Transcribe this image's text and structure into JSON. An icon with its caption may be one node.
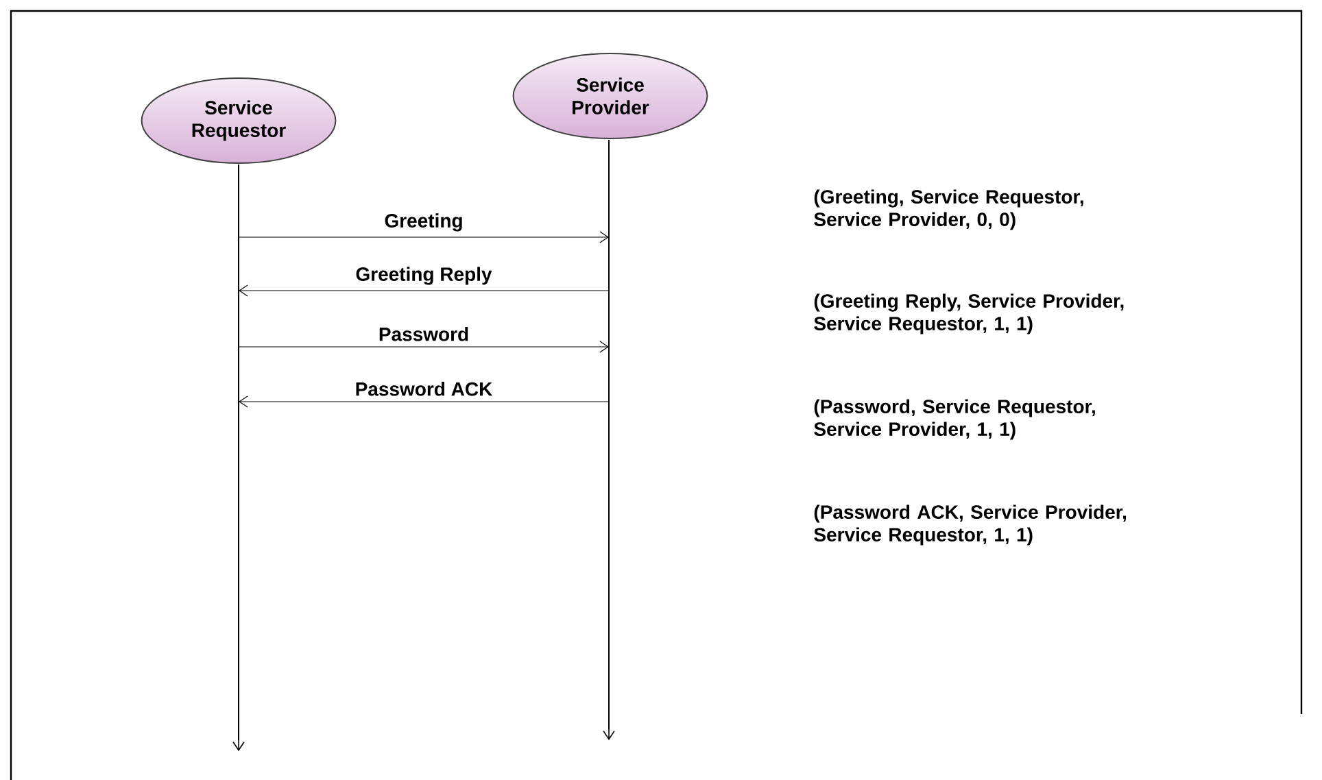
{
  "diagram": {
    "nodes": [
      {
        "text": [
          "Service Requestor"
        ]
      },
      {
        "text": [
          "Service Provider"
        ]
      },
      {
        "text": [],
        "shape": "bar"
      },
      {
        "text": [],
        "shape": "bar"
      }
    ],
    "edges": [
      {
        "from": 2,
        "to": 3,
        "arrow": "to",
        "label": "Greeting"
      },
      {
        "from": 3,
        "to": 2,
        "arrow": "to",
        "label": "Greeting Reply"
      },
      {
        "from": 2,
        "to": 3,
        "arrow": "to",
        "label": "Password"
      },
      {
        "from": 3,
        "to": 2,
        "arrow": "to",
        "label": "Password ACK"
      }
    ],
    "labels": [
      "(Greeting, Service Requestor, Service Provider, 0, 0)",
      "(Greeting Reply, Service Provider, Service Requestor, 1, 1)",
      "(Password, Service Requestor, Service Provider, 1, 1)",
      "(Password ACK, Service Provider, Service Requestor, 1, 1)"
    ]
  }
}
